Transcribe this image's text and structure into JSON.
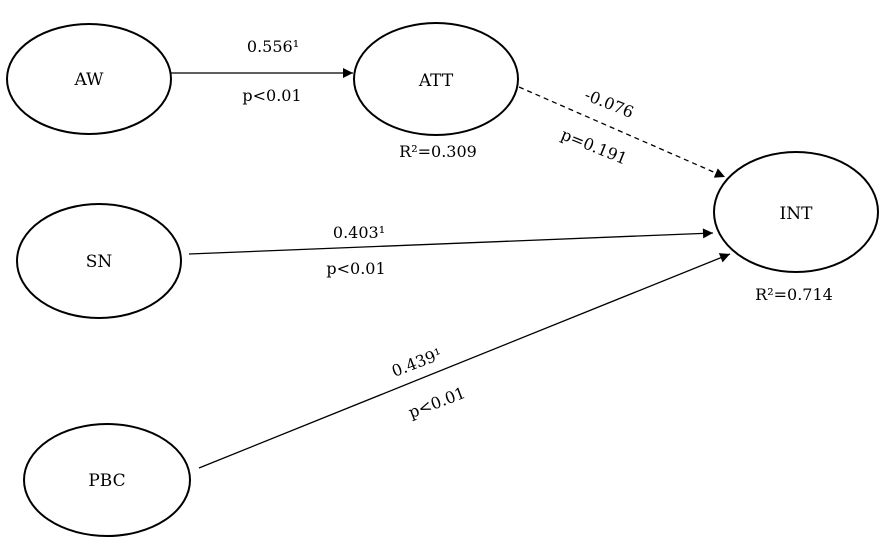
{
  "nodes": {
    "aw": {
      "label": "AW"
    },
    "att": {
      "label": "ATT",
      "r2": "R²=0.309"
    },
    "sn": {
      "label": "SN"
    },
    "int": {
      "label": "INT",
      "r2": "R²=0.714"
    },
    "pbc": {
      "label": "PBC"
    }
  },
  "paths": {
    "aw_att": {
      "coefficient": "0.556¹",
      "p": "p<0.01",
      "line_style": "solid"
    },
    "att_int": {
      "coefficient": "-0.076",
      "p": "p=0.191",
      "line_style": "dashed"
    },
    "sn_int": {
      "coefficient": "0.403¹",
      "p": "p<0.01",
      "line_style": "solid"
    },
    "pbc_int": {
      "coefficient": "0.439¹",
      "p": "p<0.01",
      "line_style": "solid"
    }
  },
  "colors": {
    "stroke": "#000000",
    "background": "#ffffff"
  }
}
